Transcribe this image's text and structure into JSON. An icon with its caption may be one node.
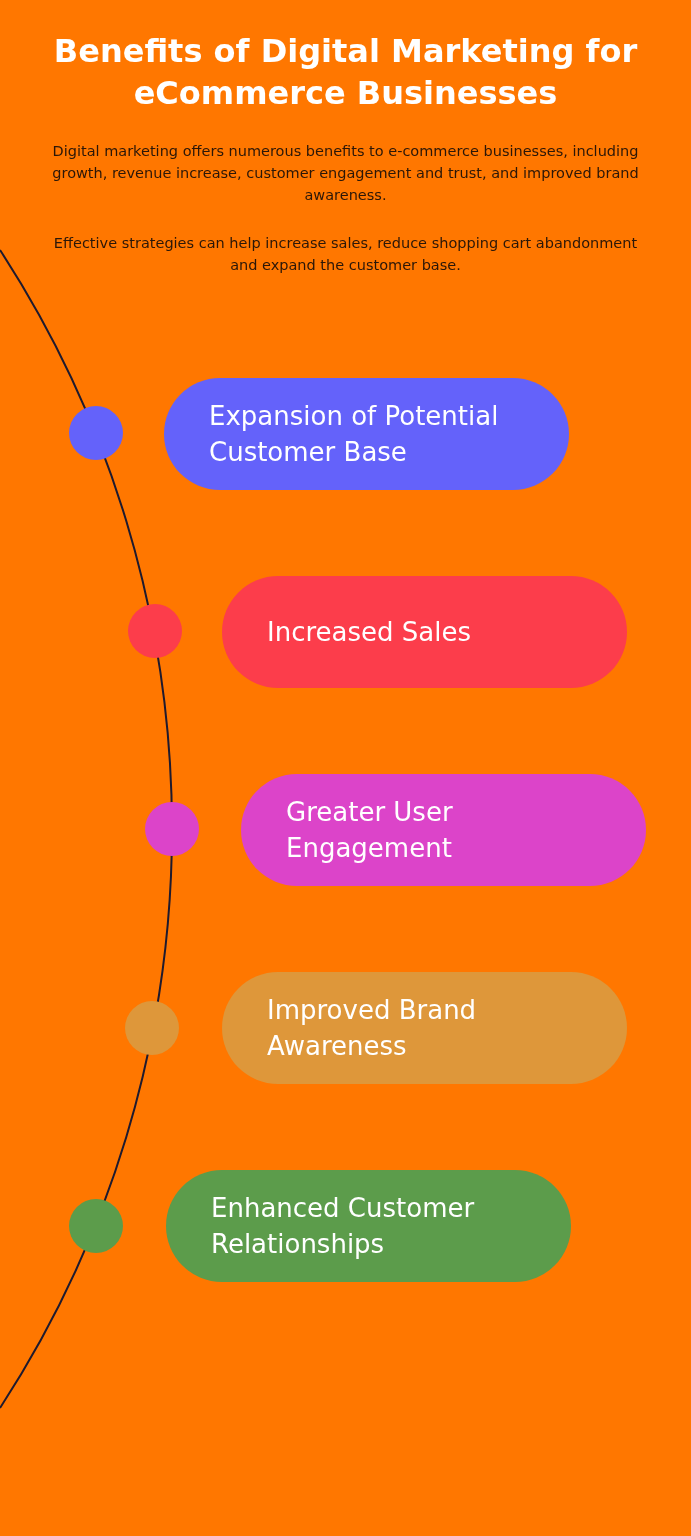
{
  "diagram": {
    "title": "Benefits of Digital Marketing for eCommerce Businesses",
    "nodes": [
      {
        "text": [
          "Expansion of Potential Customer Base"
        ]
      },
      {
        "text": [
          "Increased Sales"
        ]
      },
      {
        "text": [
          "Greater User Engagement"
        ]
      },
      {
        "text": [
          "Improved Brand Awareness"
        ]
      },
      {
        "text": [
          "Enhanced Customer Relationships"
        ]
      }
    ],
    "edges": [],
    "labels": [
      "Digital marketing offers numerous benefits to e-commerce businesses, including growth, revenue increase, customer engagement and trust, and improved brand awareness.",
      "Effective strategies can help increase sales, reduce shopping cart abandonment and expand the customer base."
    ]
  }
}
